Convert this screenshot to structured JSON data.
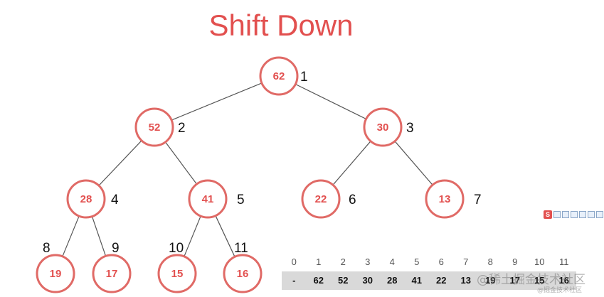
{
  "title": "Shift Down",
  "nodes": [
    {
      "value": "62",
      "index": "1"
    },
    {
      "value": "52",
      "index": "2"
    },
    {
      "value": "30",
      "index": "3"
    },
    {
      "value": "28",
      "index": "4"
    },
    {
      "value": "41",
      "index": "5"
    },
    {
      "value": "22",
      "index": "6"
    },
    {
      "value": "13",
      "index": "7"
    },
    {
      "value": "19",
      "index": "8"
    },
    {
      "value": "17",
      "index": "9"
    },
    {
      "value": "15",
      "index": "10"
    },
    {
      "value": "16",
      "index": "11"
    }
  ],
  "edges": [
    [
      1,
      2
    ],
    [
      1,
      3
    ],
    [
      2,
      4
    ],
    [
      2,
      5
    ],
    [
      3,
      6
    ],
    [
      3,
      7
    ],
    [
      4,
      8
    ],
    [
      4,
      9
    ],
    [
      5,
      10
    ],
    [
      5,
      11
    ]
  ],
  "array": {
    "indices": [
      "0",
      "1",
      "2",
      "3",
      "4",
      "5",
      "6",
      "7",
      "8",
      "9",
      "10",
      "11"
    ],
    "values": [
      "-",
      "62",
      "52",
      "30",
      "28",
      "41",
      "22",
      "13",
      "19",
      "17",
      "15",
      "16"
    ]
  },
  "toolbar": {
    "logo_label": "S"
  },
  "watermark": {
    "text": "@稀土掘金技术社区",
    "small": "@掘金技术社区"
  }
}
